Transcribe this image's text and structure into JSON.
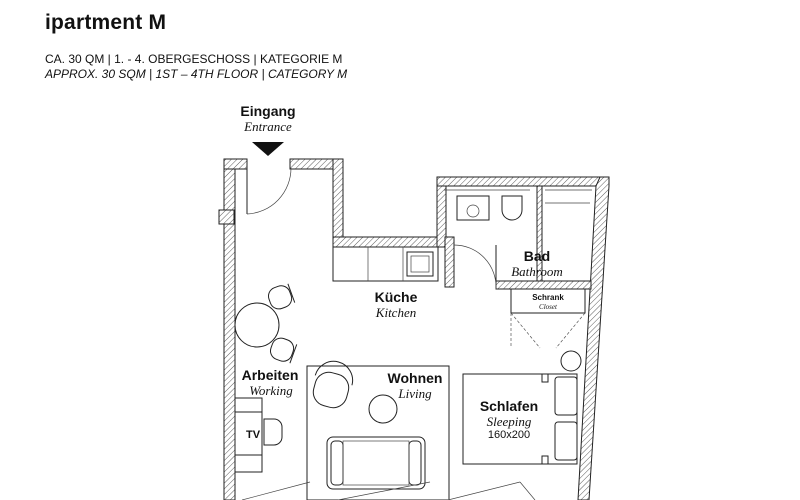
{
  "header": {
    "title": "ipartment M",
    "subtitle_de": "CA. 30 QM | 1. - 4. OBERGESCHOSS | KATEGORIE M",
    "subtitle_en": "APPROX. 30 SQM | 1ST – 4TH FLOOR | CATEGORY M"
  },
  "rooms": {
    "entrance": {
      "de": "Eingang",
      "en": "Entrance"
    },
    "kitchen": {
      "de": "Küche",
      "en": "Kitchen"
    },
    "bathroom": {
      "de": "Bad",
      "en": "Bathroom"
    },
    "closet": {
      "de": "Schrank",
      "en": "Closet"
    },
    "working": {
      "de": "Arbeiten",
      "en": "Working"
    },
    "living": {
      "de": "Wohnen",
      "en": "Living"
    },
    "sleeping": {
      "de": "Schlafen",
      "en": "Sleeping",
      "bed_size": "160x200"
    },
    "tv": "TV"
  }
}
